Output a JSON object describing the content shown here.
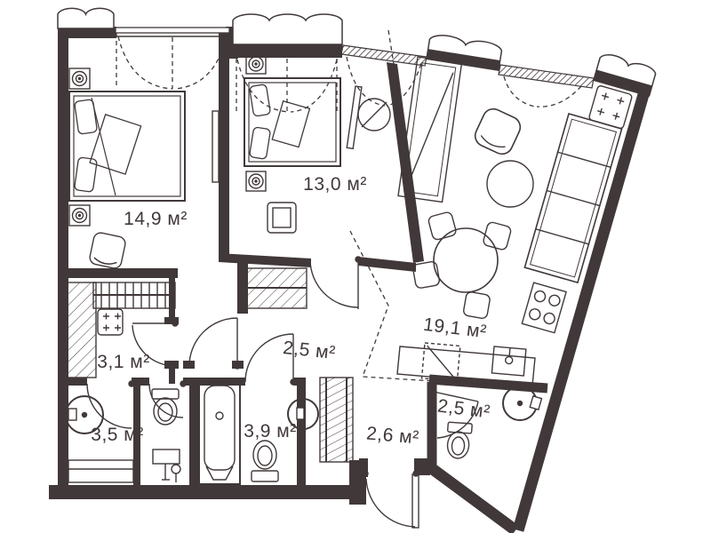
{
  "unit_suffix": "м²",
  "rooms": [
    {
      "id": "bedroom-1",
      "label": "14,9 м²"
    },
    {
      "id": "bedroom-2",
      "label": "13,0 м²"
    },
    {
      "id": "living-kitchen",
      "label": "19,1 м²"
    },
    {
      "id": "walk-in-closet",
      "label": "3,1 м²"
    },
    {
      "id": "hallway",
      "label": "2,5 м²"
    },
    {
      "id": "bathroom-1",
      "label": "3,5 м²"
    },
    {
      "id": "bathroom-2",
      "label": "3,9 м²"
    },
    {
      "id": "entry-hall",
      "label": "2,6 м²"
    },
    {
      "id": "bathroom-3",
      "label": "2,5 м²"
    }
  ],
  "colors": {
    "ink": "#413839",
    "background": "#ffffff"
  },
  "symbols": [
    "double-bed",
    "pillow",
    "nightstand",
    "tv-panel",
    "ceiling-light",
    "armchair",
    "wardrobe",
    "shelving",
    "hob",
    "fridge-cabinet-run",
    "sink",
    "washing-machine",
    "dining-table",
    "chair",
    "pouf",
    "mirror",
    "bathtub",
    "toilet",
    "washbasin",
    "ventilation-shaft",
    "window-pelmet",
    "curtain",
    "door-swing",
    "entrance-door"
  ]
}
